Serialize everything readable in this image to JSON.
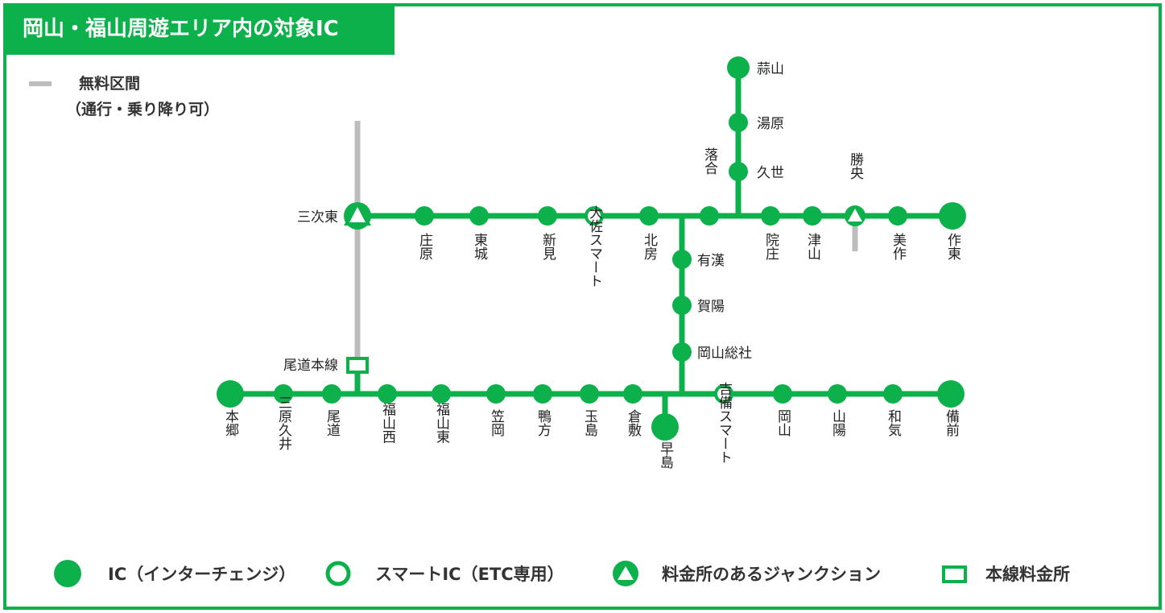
{
  "title": "岡山・福山周遊エリア内の対象IC",
  "free_section": {
    "label": "無料区間",
    "sub": "（通行・乗り降り可）",
    "color": "#bdbdbd"
  },
  "colors": {
    "brand_green": "#0db14b",
    "free_gray": "#bdbdbd"
  },
  "routes": {
    "upper_line": [
      "三次東",
      "庄原",
      "東城",
      "新見",
      "大佐スマート",
      "北房",
      "落合",
      "院庄",
      "津山",
      "勝央",
      "美作",
      "作東"
    ],
    "lower_line": [
      "本郷",
      "三原久井",
      "尾道",
      "尾道本線",
      "福山西",
      "福山東",
      "笠岡",
      "鴨方",
      "玉島",
      "倉敷",
      "吉備スマート",
      "岡山",
      "山陽",
      "和気",
      "備前"
    ],
    "north_spur": [
      "蒜山",
      "湯原",
      "久世"
    ],
    "center_connector": [
      "有漢",
      "賀陽",
      "岡山総社"
    ],
    "south_spur": [
      "早島"
    ]
  },
  "stations": {
    "hiruzen": "蒜山",
    "yubara": "湯原",
    "kuse": "久世",
    "ochiai": "落合",
    "shoo": "勝央",
    "miyoshi_higashi": "三次東",
    "shobara": "庄原",
    "tojo": "東城",
    "niimi": "新見",
    "osa_smart": "大佐スマート",
    "hokubo": "北房",
    "innosho": "院庄",
    "tsuyama": "津山",
    "mimasaka": "美作",
    "sakuto": "作東",
    "ukan": "有漢",
    "kayo": "賀陽",
    "okayama_soja": "岡山総社",
    "onomichi_mainline": "尾道本線",
    "hongo": "本郷",
    "mihara_kui": "三原久井",
    "onomichi": "尾道",
    "fukuyama_nishi": "福山西",
    "fukuyama_higashi": "福山東",
    "kasaoka": "笠岡",
    "kamogata": "鴨方",
    "tamashima": "玉島",
    "kurashiki": "倉敷",
    "hayashima": "早島",
    "kibi_smart": "吉備スマート",
    "okayama": "岡山",
    "sanyo": "山陽",
    "wake": "和気",
    "bizen": "備前"
  },
  "legend": {
    "ic": "IC（インターチェンジ）",
    "smart_ic": "スマートIC（ETC専用）",
    "junction": "料金所のあるジャンクション",
    "mainline_toll": "本線料金所"
  }
}
